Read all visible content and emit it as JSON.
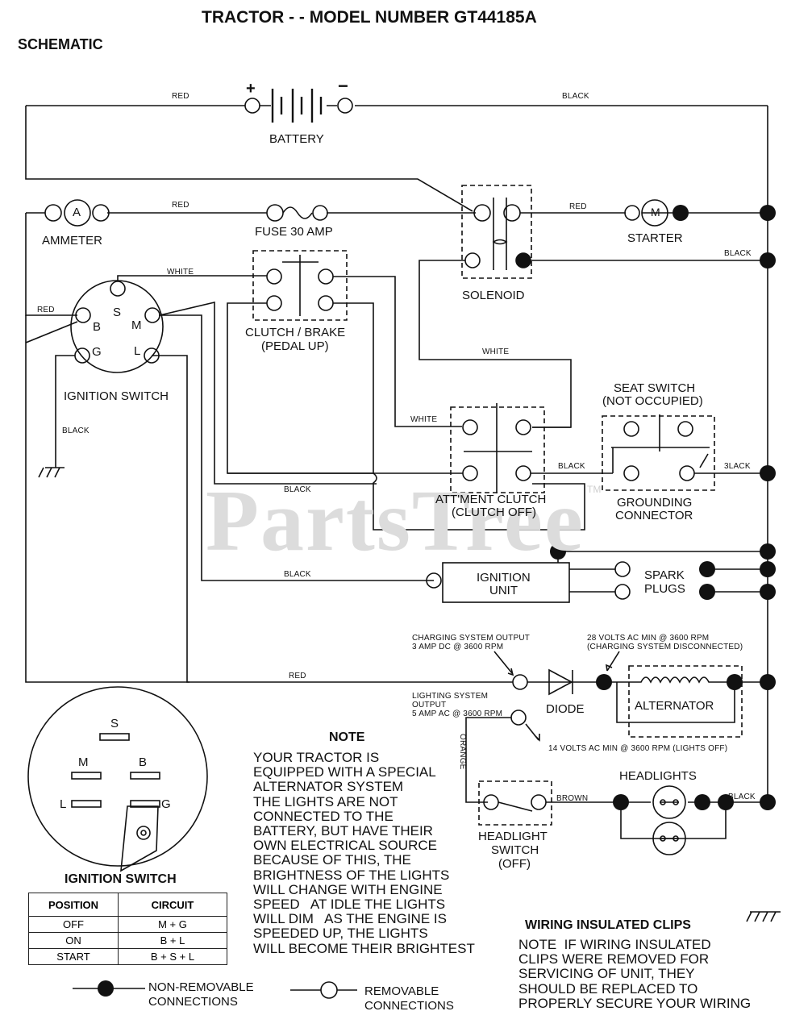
{
  "title": "TRACTOR - - MODEL NUMBER GT44185A",
  "subtitle": "SCHEMATIC",
  "components": {
    "battery": "BATTERY",
    "battery_plus": "+",
    "battery_minus": "−",
    "ammeter": "AMMETER",
    "ammeter_symbol": "A",
    "fuse": "FUSE 30 AMP",
    "solenoid": "SOLENOID",
    "starter": "STARTER",
    "starter_symbol": "M",
    "ignition_switch": "IGNITION SWITCH",
    "clutch_brake_1": "CLUTCH / BRAKE",
    "clutch_brake_2": "(PEDAL UP)",
    "seat_switch_1": "SEAT SWITCH",
    "seat_switch_2": "(NOT OCCUPIED)",
    "grounding_1": "GROUNDING",
    "grounding_2": "CONNECTOR",
    "attment_1": "ATT'MENT CLUTCH",
    "attment_2": "(CLUTCH OFF)",
    "ignition_unit_1": "IGNITION",
    "ignition_unit_2": "UNIT",
    "spark_1": "SPARK",
    "spark_2": "PLUGS",
    "diode": "DIODE",
    "alternator": "ALTERNATOR",
    "headlights": "HEADLIGHTS",
    "headlight_switch_1": "HEADLIGHT",
    "headlight_switch_2": "SWITCH",
    "headlight_switch_3": "(OFF)"
  },
  "terminals": {
    "s": "S",
    "b": "B",
    "m": "M",
    "g": "G",
    "l": "L"
  },
  "wires": {
    "red": "RED",
    "black": "BLACK",
    "white": "WHITE",
    "brown": "BROWN",
    "orange": "ORANGE",
    "black_seat": "3LACK"
  },
  "specs": {
    "charging_1": "CHARGING SYSTEM OUTPUT",
    "charging_2": "3 AMP DC @ 3600 RPM",
    "volts28_1": "28 VOLTS AC MIN  @ 3600 RPM",
    "volts28_2": "(CHARGING SYSTEM DISCONNECTED)",
    "lighting_1": "LIGHTING SYSTEM",
    "lighting_2": "OUTPUT",
    "lighting_3": "5 AMP AC @ 3600 RPM",
    "volts14": "14 VOLTS AC MIN @ 3600 RPM (LIGHTS OFF)"
  },
  "note": {
    "heading": "NOTE",
    "body": "YOUR TRACTOR IS\nEQUIPPED WITH A SPECIAL\nALTERNATOR SYSTEM\nTHE LIGHTS ARE NOT\nCONNECTED TO THE\nBATTERY, BUT HAVE THEIR\nOWN ELECTRICAL SOURCE\nBECAUSE OF THIS, THE\nBRIGHTNESS OF THE LIGHTS\nWILL CHANGE WITH ENGINE\nSPEED   AT IDLE THE LIGHTS\nWILL DIM   AS THE ENGINE IS\nSPEEDED UP, THE LIGHTS\nWILL BECOME THEIR BRIGHTEST"
  },
  "clips": {
    "heading": "WIRING INSULATED CLIPS",
    "body": "NOTE  IF WIRING INSULATED\nCLIPS WERE REMOVED FOR\nSERVICING OF UNIT, THEY\nSHOULD BE REPLACED TO\nPROPERLY SECURE YOUR WIRING"
  },
  "legend": {
    "nonremovable_1": "NON-REMOVABLE",
    "nonremovable_2": "CONNECTIONS",
    "removable_1": "REMOVABLE",
    "removable_2": "CONNECTIONS"
  },
  "ignition_table": {
    "title": "IGNITION SWITCH",
    "headers": [
      "POSITION",
      "CIRCUIT"
    ],
    "rows": [
      [
        "OFF",
        "M + G"
      ],
      [
        "ON",
        "B + L"
      ],
      [
        "START",
        "B + S + L"
      ]
    ]
  },
  "watermark": "PartsTree",
  "watermark_tm": "TM"
}
